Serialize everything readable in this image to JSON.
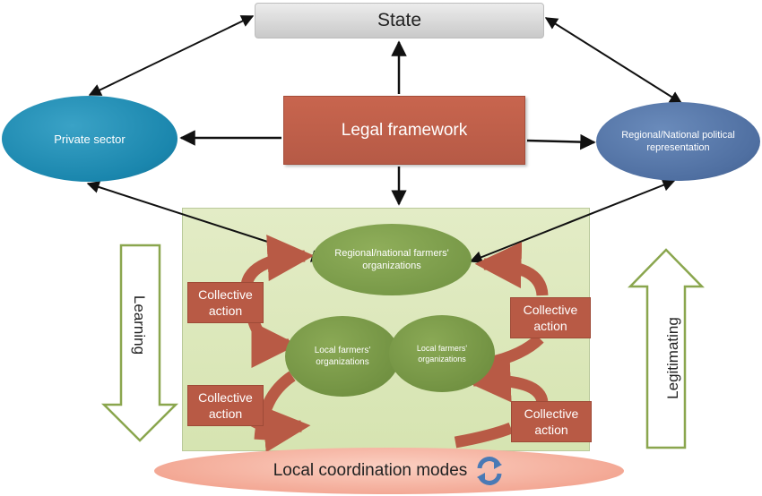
{
  "nodes": {
    "state": "State",
    "legal_framework": "Legal framework",
    "private_sector": "Private sector",
    "regional_national_political": "Regional/National political representation",
    "regional_national_farmers": "Regional/national farmers' organizations",
    "local_farmers_left": "Local farmers' organizations",
    "local_farmers_right": "Local farmers' organizations",
    "local_coordination": "Local coordination modes"
  },
  "collective_actions": [
    {
      "label": "Collective action"
    },
    {
      "label": "Collective action"
    },
    {
      "label": "Collective action"
    },
    {
      "label": "Collective action"
    }
  ],
  "side_arrows": {
    "learning": "Learning",
    "legitimating": "Legitimating"
  },
  "colors": {
    "state": "#d9d9d9",
    "legal_framework": "#bf5f4a",
    "private_sector": "#1a86ad",
    "political_representation": "#4f6fa1",
    "farmers_orgs": "#779847",
    "collective_action": "#b85a45",
    "panel": "#dde8bb",
    "local_coordination": "#f4b3a1",
    "cycle_icon": "#4a7ab5"
  },
  "icons": [
    "cycle-arrows-icon"
  ]
}
